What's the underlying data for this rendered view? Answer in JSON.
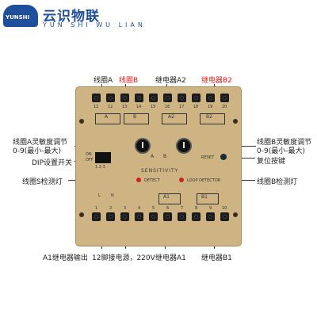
{
  "brand": {
    "logo_text": "YUNSHI",
    "title": "云识物联",
    "subtitle": "YUN SHI WU LIAN",
    "color": "#1f4e9a"
  },
  "labels": {
    "coil_a": "线圈A",
    "coil_b": "线圈B",
    "relay_a2": "继电器A2",
    "relay_b2": "继电器B2",
    "coil_a_sens_1": "线圈A灵敏度调节",
    "coil_a_sens_2": "0-9(最小-最大)",
    "coil_b_sens_1": "线圈B灵敏度调节",
    "coil_b_sens_2": "0-9(最小-最大)",
    "dip": "DIP设置开关",
    "reset": "复位按键",
    "coil_s_led": "线圈S检测灯",
    "coil_b_led": "线圈B检测灯",
    "a1_out": "A1继电器输出",
    "power": "12脚接电源，220V",
    "relay_a1": "继电器A1",
    "relay_b1": "继电器B1"
  },
  "board": {
    "top_terminals": [
      "11",
      "12",
      "13",
      "14",
      "15",
      "16",
      "17",
      "18",
      "19",
      "20"
    ],
    "bottom_terminals": [
      "1",
      "2",
      "3",
      "4",
      "5",
      "6",
      "7",
      "8",
      "9",
      "10"
    ],
    "box_a": "A",
    "box_b": "B",
    "box_a2": "A2",
    "box_b2": "B2",
    "box_a1": "A1",
    "box_b1": "B1",
    "knob_a": "A",
    "knob_b": "B",
    "sensitivity": "SENSITIVITY",
    "detect": "DETECT",
    "loop_detector": "LOOP DETECTOR",
    "reset": "RESET",
    "dip_on": "ON",
    "dip_off": "OFF",
    "dip_nums": "1 2 3",
    "power_l": "L",
    "power_n": "N"
  },
  "colors": {
    "board": "#cfb483",
    "accent_red": "#d61f1f",
    "led": "#cc2222"
  }
}
